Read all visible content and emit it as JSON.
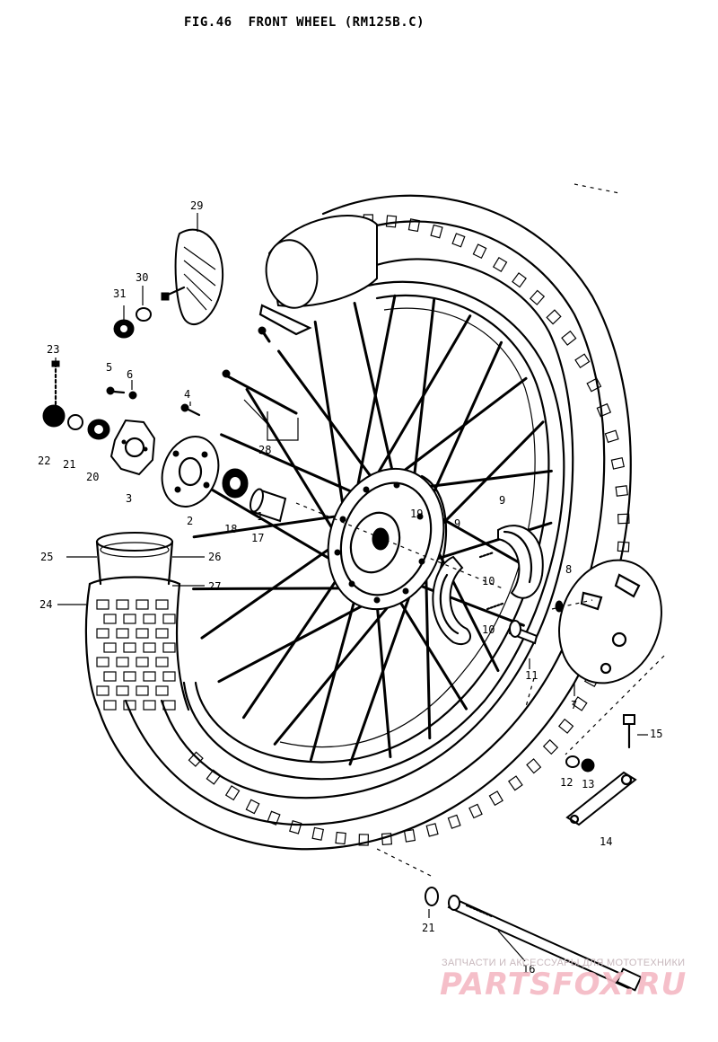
{
  "figure": {
    "number": "FIG.46",
    "title": "FRONT WHEEL (RM125B.C)"
  },
  "callouts": [
    {
      "key": "c29",
      "label": "29"
    },
    {
      "key": "c30",
      "label": "30"
    },
    {
      "key": "c31",
      "label": "31"
    },
    {
      "key": "c23",
      "label": "23"
    },
    {
      "key": "c5",
      "label": "5"
    },
    {
      "key": "c6",
      "label": "6"
    },
    {
      "key": "c4",
      "label": "4"
    },
    {
      "key": "c22",
      "label": "22"
    },
    {
      "key": "c21a",
      "label": "21"
    },
    {
      "key": "c20",
      "label": "20"
    },
    {
      "key": "c3",
      "label": "3"
    },
    {
      "key": "c2",
      "label": "2"
    },
    {
      "key": "c18",
      "label": "18"
    },
    {
      "key": "c17",
      "label": "17"
    },
    {
      "key": "c1",
      "label": "1"
    },
    {
      "key": "c28",
      "label": "28"
    },
    {
      "key": "c19",
      "label": "19"
    },
    {
      "key": "c9a",
      "label": "9"
    },
    {
      "key": "c9b",
      "label": "9"
    },
    {
      "key": "c10a",
      "label": "10"
    },
    {
      "key": "c10b",
      "label": "10"
    },
    {
      "key": "c8",
      "label": "8"
    },
    {
      "key": "c11",
      "label": "11"
    },
    {
      "key": "c7",
      "label": "7"
    },
    {
      "key": "c25",
      "label": "25"
    },
    {
      "key": "c26",
      "label": "26"
    },
    {
      "key": "c27",
      "label": "27"
    },
    {
      "key": "c24",
      "label": "24"
    },
    {
      "key": "c15",
      "label": "15"
    },
    {
      "key": "c12",
      "label": "12"
    },
    {
      "key": "c13",
      "label": "13"
    },
    {
      "key": "c14",
      "label": "14"
    },
    {
      "key": "c21b",
      "label": "21"
    },
    {
      "key": "c16",
      "label": "16"
    }
  ],
  "watermark": {
    "tagline": "ЗАПЧАСТИ И АКСЕССУАРЫ ДЛЯ МОТОТЕХНИКИ",
    "brand": "PARTSFOX",
    "domain": ".RU",
    "color": "#f4b9c4"
  },
  "colors": {
    "ink": "#000000",
    "paper": "#ffffff"
  }
}
